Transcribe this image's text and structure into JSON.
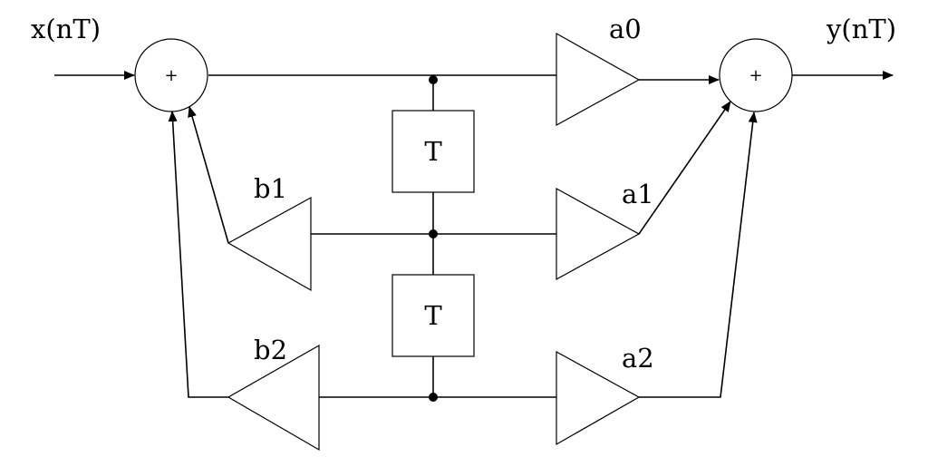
{
  "input_label": "x(nT)",
  "output_label": "y(nT)",
  "adder_symbol": "+",
  "delay_label": "T",
  "coefficients": {
    "a0": "a0",
    "a1": "a1",
    "a2": "a2",
    "b1": "b1",
    "b2": "b2"
  }
}
